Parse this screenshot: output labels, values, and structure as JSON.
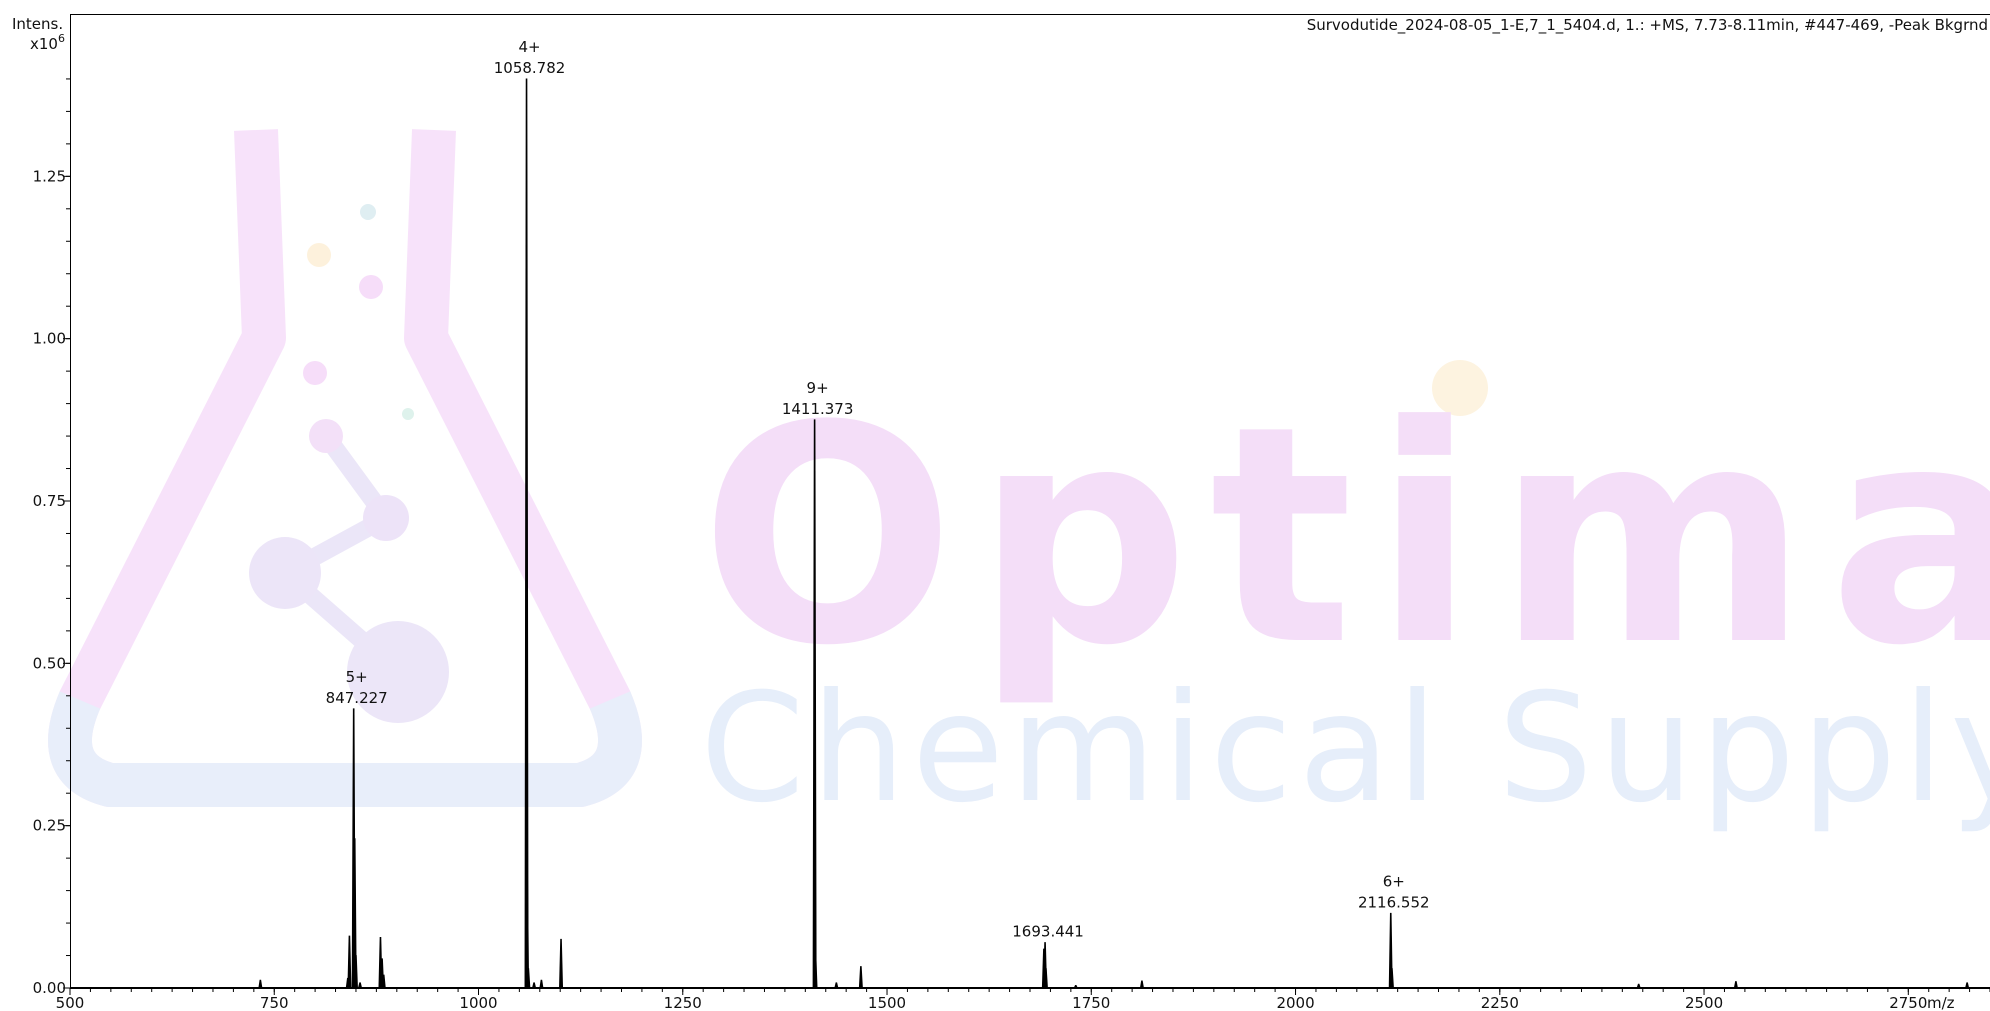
{
  "chart_data": {
    "type": "line",
    "title": "Survodutide_2024-08-05_1-E,7_1_5404.d, 1.: +MS, 7.73-8.11min, #447-469, -Peak Bkgrnd",
    "xlabel": "m/z",
    "ylabel": "Intens.",
    "yscale_label": "x10",
    "yscale_exp": "6",
    "xlim": [
      500,
      2850
    ],
    "ylim": [
      0,
      1.5
    ],
    "xticks": [
      500,
      750,
      1000,
      1250,
      1500,
      1750,
      2000,
      2250,
      2500,
      2750
    ],
    "yticks": [
      0.0,
      0.25,
      0.5,
      0.75,
      1.0,
      1.25
    ],
    "ytick_labels": [
      "0.00",
      "0.25",
      "0.50",
      "0.75",
      "1.00",
      "1.25"
    ],
    "grid": false,
    "series": [
      {
        "peaks": [
          {
            "mz": 733,
            "intensity": 0.012
          },
          {
            "mz": 840,
            "intensity": 0.015
          },
          {
            "mz": 842,
            "intensity": 0.08
          },
          {
            "mz": 847.227,
            "intensity": 0.43
          },
          {
            "mz": 848.5,
            "intensity": 0.23
          },
          {
            "mz": 850,
            "intensity": 0.05
          },
          {
            "mz": 855,
            "intensity": 0.008
          },
          {
            "mz": 880,
            "intensity": 0.078
          },
          {
            "mz": 882,
            "intensity": 0.045
          },
          {
            "mz": 884,
            "intensity": 0.02
          },
          {
            "mz": 1058.782,
            "intensity": 1.4
          },
          {
            "mz": 1059.5,
            "intensity": 0.18
          },
          {
            "mz": 1061,
            "intensity": 0.03
          },
          {
            "mz": 1068,
            "intensity": 0.008
          },
          {
            "mz": 1077,
            "intensity": 0.012
          },
          {
            "mz": 1101,
            "intensity": 0.075
          },
          {
            "mz": 1411.373,
            "intensity": 0.875
          },
          {
            "mz": 1412.5,
            "intensity": 0.05
          },
          {
            "mz": 1438,
            "intensity": 0.008
          },
          {
            "mz": 1468,
            "intensity": 0.033
          },
          {
            "mz": 1692,
            "intensity": 0.06
          },
          {
            "mz": 1693.441,
            "intensity": 0.07
          },
          {
            "mz": 1694.5,
            "intensity": 0.03
          },
          {
            "mz": 1731,
            "intensity": 0.004
          },
          {
            "mz": 1812,
            "intensity": 0.011
          },
          {
            "mz": 2116.552,
            "intensity": 0.115
          },
          {
            "mz": 2118,
            "intensity": 0.03
          },
          {
            "mz": 2420,
            "intensity": 0.006
          },
          {
            "mz": 2539,
            "intensity": 0.01
          },
          {
            "mz": 2822,
            "intensity": 0.008
          }
        ]
      }
    ],
    "annotations": [
      {
        "mz": 847.227,
        "intensity": 0.43,
        "charge": "5+",
        "label": "847.227"
      },
      {
        "mz": 1058.782,
        "intensity": 1.4,
        "charge": "4+",
        "label": "1058.782"
      },
      {
        "mz": 1411.373,
        "intensity": 0.875,
        "charge": "9+",
        "label": "1411.373"
      },
      {
        "mz": 1693.441,
        "intensity": 0.07,
        "charge": "",
        "label": "1693.441"
      },
      {
        "mz": 2116.552,
        "intensity": 0.115,
        "charge": "6+",
        "label": "2116.552"
      }
    ]
  },
  "watermark": {
    "line1": "Optima",
    "line2": "Chemical Supply",
    "color1": "#f4def8",
    "color2": "#e6eefa",
    "flask_color": "#f3e2f8"
  }
}
